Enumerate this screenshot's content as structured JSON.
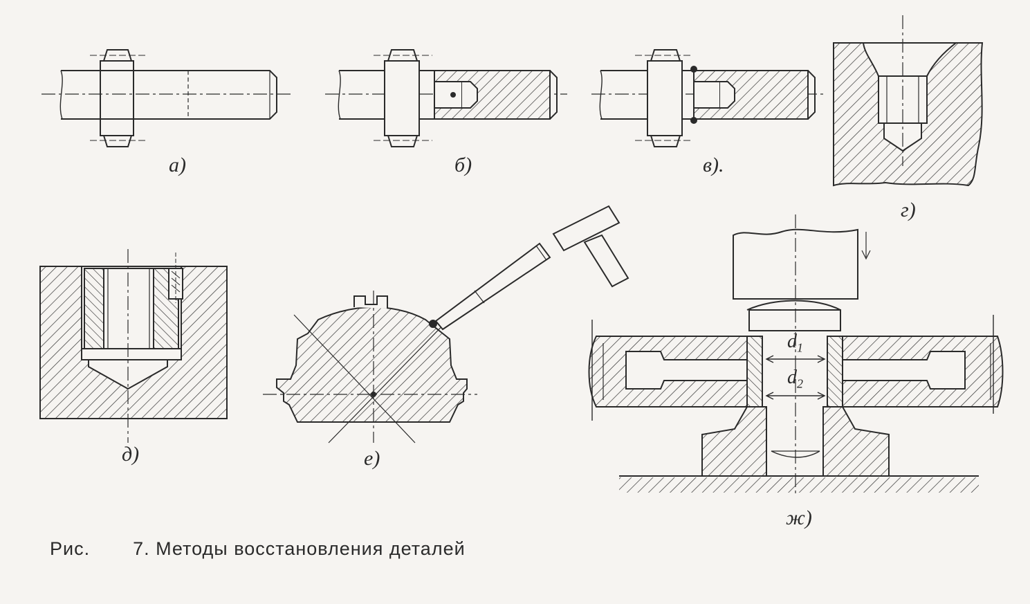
{
  "labels": {
    "a": "а)",
    "b": "б)",
    "v": "в).",
    "g": "г)",
    "d": "д)",
    "e": "е)",
    "zh": "ж)"
  },
  "dimensions": {
    "d1_base": "d",
    "d1_sub": "1",
    "d2_base": "d",
    "d2_sub": "2"
  },
  "caption": {
    "prefix": "Рис.",
    "number": "7.",
    "text": "Методы восстановления деталей"
  }
}
